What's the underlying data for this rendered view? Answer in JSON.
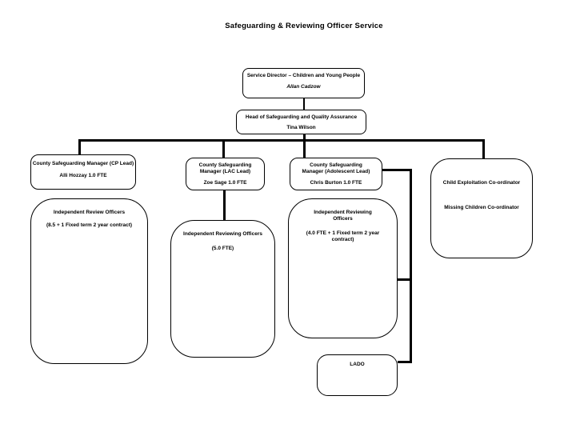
{
  "title": "Safeguarding & Reviewing Officer Service",
  "org": {
    "nodes": {
      "service_director": {
        "role": "Service Director – Children and Young People",
        "person": "Allan Cadzow"
      },
      "head_of_safeguarding": {
        "role": "Head of Safeguarding and Quality Assurance",
        "person": "Tina Wilson"
      },
      "csm_cp": {
        "role": "County Safeguarding Manager (CP Lead)",
        "person": "Alli Hozzay 1.0 FTE"
      },
      "csm_lac": {
        "role": "County Safeguarding Manager (LAC Lead)",
        "person": "Zoe Sage 1.0 FTE"
      },
      "csm_adolescent": {
        "role": "County Safeguarding Manager (Adolescent Lead)",
        "person": "Chris Burton 1.0 FTE"
      },
      "coordinators": {
        "line1": "Child Exploitation Co-ordinator",
        "line2": "Missing Children Co-ordinator"
      },
      "iro_cp": {
        "role": "Independent Review Officers",
        "detail": "(8.5 + 1 Fixed term 2 year contract)"
      },
      "iro_lac": {
        "role": "Independent Reviewing Officers",
        "detail": "(5.0 FTE)"
      },
      "iro_adolescent": {
        "role": "Independent Reviewing Officers",
        "detail": "(4.0 FTE + 1 Fixed term 2 year contract)"
      },
      "lado": {
        "role": "LADO"
      }
    },
    "colors": {
      "background": "#ffffff",
      "border": "#000000",
      "text": "#000000",
      "connector": "#000000"
    }
  }
}
